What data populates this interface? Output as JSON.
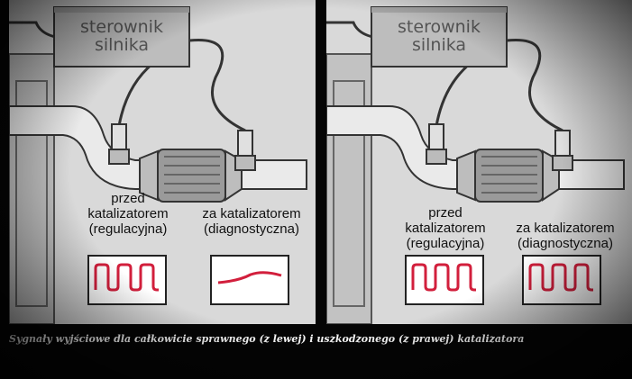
{
  "panels": [
    {
      "ecu_line1": "sterownik",
      "ecu_line2": "silnika",
      "sensor_before": {
        "line1": "przed",
        "line2": "katalizatorem",
        "line3": "(regulacyjna)",
        "signal": "oscillating"
      },
      "sensor_after": {
        "line1": "za katalizatorem",
        "line2": "(diagnostyczna)",
        "signal": "flat"
      }
    },
    {
      "ecu_line1": "sterownik",
      "ecu_line2": "silnika",
      "sensor_before": {
        "line1": "przed",
        "line2": "katalizatorem",
        "line3": "(regulacyjna)",
        "signal": "oscillating"
      },
      "sensor_after": {
        "line1": "za katalizatorem",
        "line2": "(diagnostyczna)",
        "signal": "oscillating"
      }
    }
  ],
  "caption": "Sygnały wyjściowe dla całkowicie sprawnego (z lewej) i uszkodzonego (z prawej) katalizatora",
  "colors": {
    "signal": "#d21f3c",
    "panel_bg": "#d9d9d9",
    "frame": "#000000"
  },
  "icons": [
    "engine-controller-box",
    "oxygen-sensor-icon",
    "catalytic-converter-icon",
    "exhaust-pipe"
  ]
}
